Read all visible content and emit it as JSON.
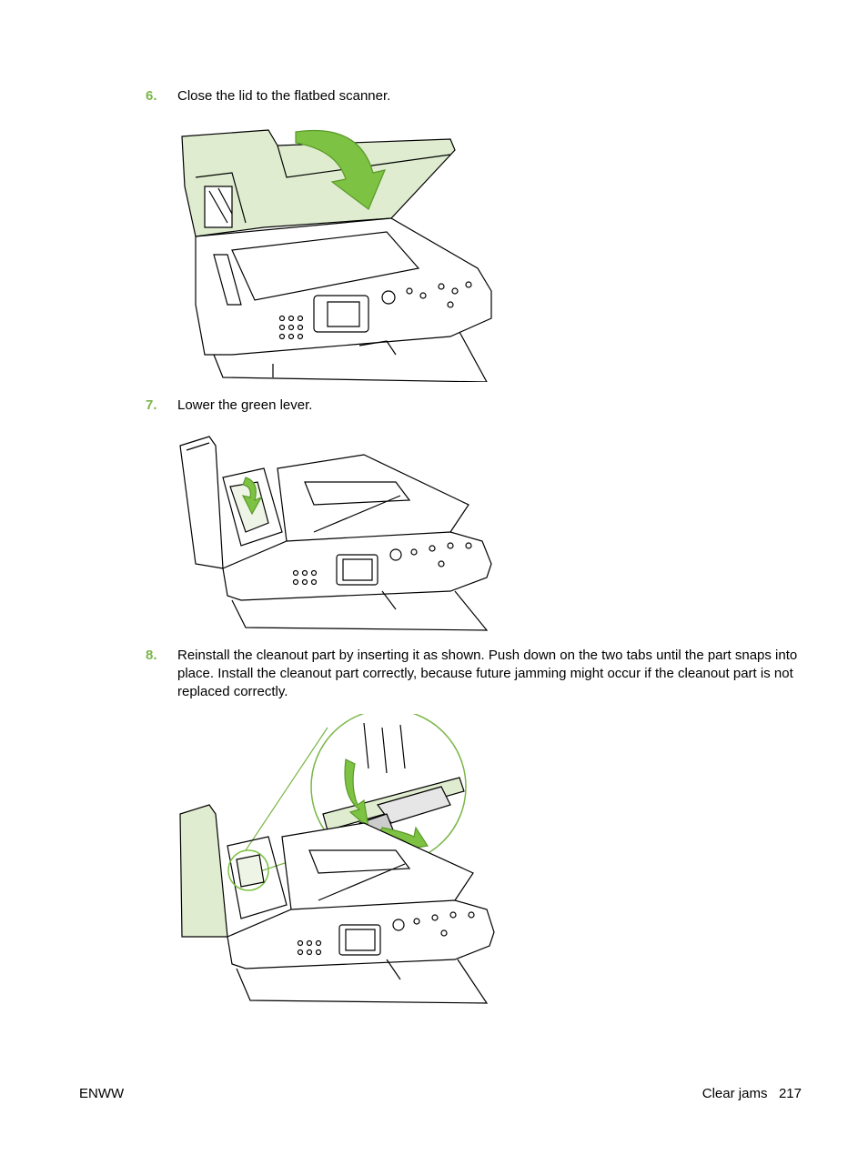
{
  "steps": [
    {
      "number": "6.",
      "text": "Close the lid to the flatbed scanner."
    },
    {
      "number": "7.",
      "text": "Lower the green lever."
    },
    {
      "number": "8.",
      "text": "Reinstall the cleanout part by inserting it as shown. Push down on the two tabs until the part snaps into place. Install the cleanout part correctly, because future jamming might occur if the cleanout part is not replaced correctly."
    }
  ],
  "footer": {
    "left": "ENWW",
    "right_title": "Clear jams",
    "page_number": "217"
  },
  "colors": {
    "accent_green": "#7ab648",
    "light_green": "#dfeccf",
    "arrow_green": "#7dc242"
  }
}
